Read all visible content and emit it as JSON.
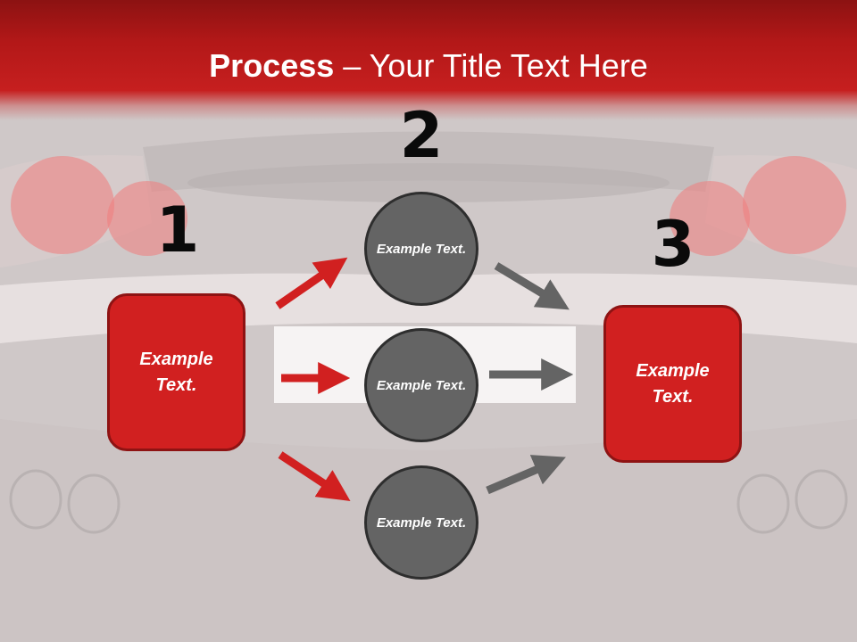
{
  "title": {
    "bold": "Process",
    "rest": " – Your Title Text Here"
  },
  "steps": {
    "one": "1",
    "two": "2",
    "three": "3"
  },
  "boxes": {
    "left": "Example Text.",
    "right": "Example Text."
  },
  "circles": {
    "top": "Example Text.",
    "middle": "Example Text.",
    "bottom": "Example Text."
  },
  "colors": {
    "red": "#d12020",
    "dark_red": "#8e1313",
    "grey": "#646464",
    "header": "#b31818"
  }
}
